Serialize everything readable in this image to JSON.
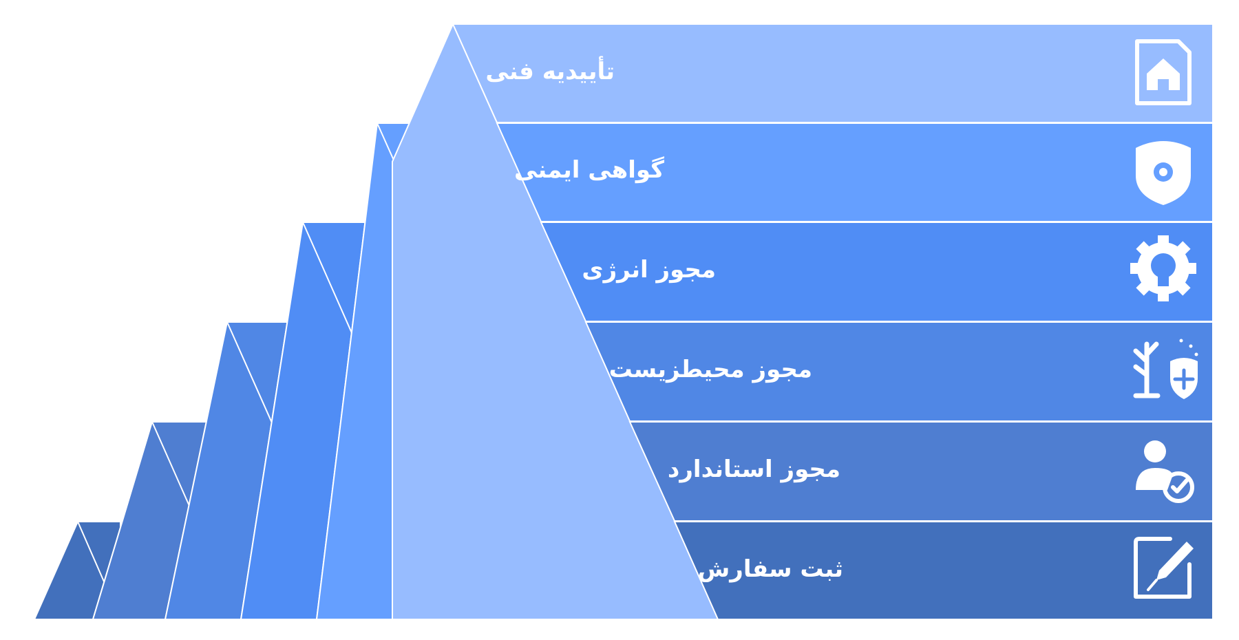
{
  "steps": [
    {
      "label": "تأییدیه فنی",
      "icon": "document-home-icon",
      "color": "#97BCFF"
    },
    {
      "label": "گواهی ایمنی",
      "icon": "shield-gear-icon",
      "color": "#659FFF"
    },
    {
      "label": "مجوز انرژی",
      "icon": "gear-lightbulb-icon",
      "color": "#508DF5"
    },
    {
      "label": "مجوز محیطزیست",
      "icon": "tree-shield-plus-icon",
      "color": "#5087E5"
    },
    {
      "label": "مجوز استاندارد",
      "icon": "person-checkmark-icon",
      "color": "#4F7ED1"
    },
    {
      "label": "ثبت سفارش",
      "icon": "edit-pen-icon",
      "color": "#4270BC"
    }
  ]
}
